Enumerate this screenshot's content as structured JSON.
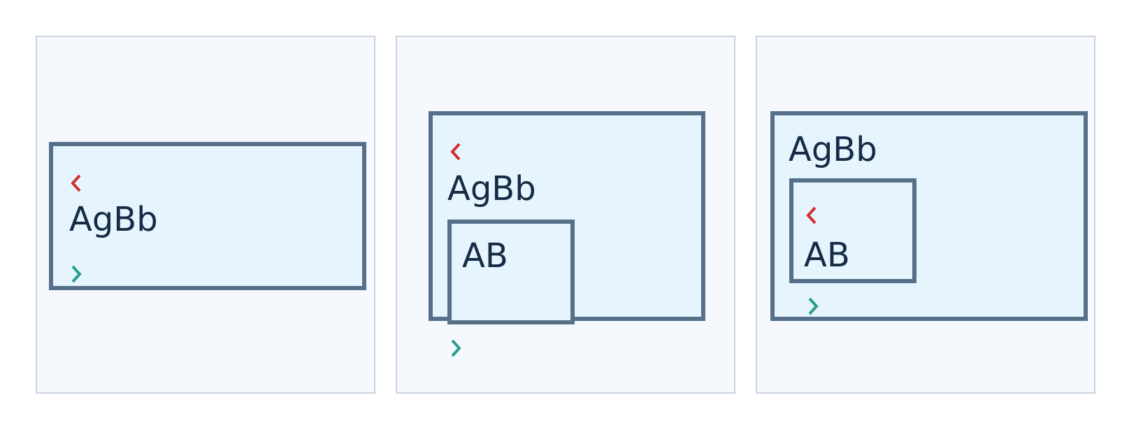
{
  "panels": [
    {
      "outer_label": "AgBb"
    },
    {
      "outer_label": "AgBb",
      "inner_label": "AB"
    },
    {
      "outer_label": "AgBb",
      "inner_label": "AB"
    }
  ],
  "icons": {
    "open": "chevron-left-icon",
    "close": "chevron-right-icon"
  },
  "colors": {
    "open_chevron": "#d32f2f",
    "close_chevron": "#2a9d8f",
    "box_border": "#557088",
    "box_fill": "#e6f4fd",
    "panel_border": "#c9d4e2",
    "panel_fill": "#f5f9fd",
    "text": "#142c45"
  }
}
